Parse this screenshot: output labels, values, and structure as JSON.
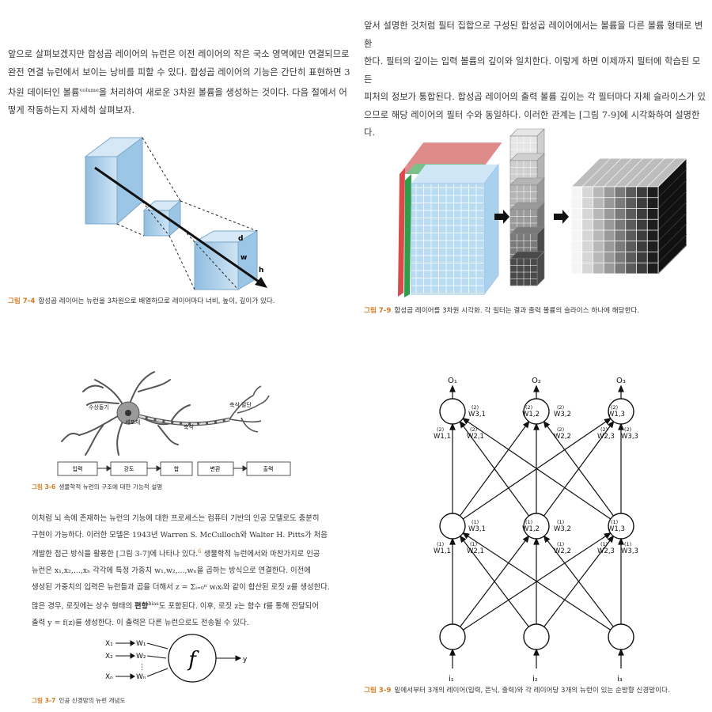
{
  "q1": {
    "paragraph": [
      "앞으로 살펴보겠지만 합성곱 레이어의 뉴런은 이전 레이어의 작은 국소 영역에만 연결되므로",
      "완전 연결 뉴런에서 보이는 낭비를 피할 수 있다. 합성곱 레이어의 기능은 간단히 표현하면 3",
      "차원 데이터인 볼륨",
      "volume",
      "을 처리하여 새로운 3차원 볼륨을 생성하는 것이다. 다음 절에서 어",
      "떻게 작동하는지 자세히 살펴보자."
    ],
    "fig_labels": {
      "d": "d",
      "w": "w",
      "h": "h"
    },
    "caption_num": "그림 7-4",
    "caption_text": "합성곱 레이어는 뉴런을 3차원으로 배열하므로 레이어마다 너비, 높이, 깊이가 있다."
  },
  "q2": {
    "paragraph": [
      "앞서 설명한 것처럼 필터 집합으로 구성된 합성곱 레이어에서는 볼륨을 다른 볼륨 형태로 변환",
      "한다. 필터의 깊이는 입력 볼륨의 깊이와 일치한다. 이렇게 하면 이제까지 필터에 학습된 모든",
      "피처의 정보가 통합된다. 합성곱 레이어의 출력 볼륨 깊이는 각 필터마다 자체 슬라이스가 있",
      "으므로 해당 레이어의 필터 수와 동일하다. 이러한 관계는 [그림 7-9]에 시각화하여 설명한다."
    ],
    "caption_num": "그림 7-9",
    "caption_text": "합성곱 레이어를 3차원 시각화. 각 필터는 결과 출력 볼륨의 슬라이스 하나에 해당한다."
  },
  "q3": {
    "neuron_labels": {
      "dendrite": "수상돌기",
      "soma": "세포체",
      "axon": "축삭",
      "terminal": "축삭 말단"
    },
    "flow": [
      "입력",
      "강도",
      "합",
      "변환",
      "출력"
    ],
    "caption_num": "그림 3-6",
    "caption_text": "생물학적 뉴런의 구조에 대한 기능적 설명",
    "paragraph": [
      "이처럼 뇌 속에 존재하는 뉴런의 기능에 대한 프로세스는 컴퓨터 기반의 인공 모델로도 충분히",
      "구현이 가능하다. 이러한 모델은 1943년 Warren S. McCulloch와 Walter H. Pitts가 처음",
      "개발한 접근 방식을 활용한 [그림 3-7]에 나타나 있다.",
      "생물학적 뉴런에서와 마찬가지로 인공",
      "뉴런은 x₁,x₂,...,xₙ 각각에 특정 가중치 w₁,w₂,...,wₙ을 곱하는 방식으로 연결한다. 이전에",
      "생성된 가중치의 입력은 뉴런들과 곱을 더해서 z = Σᵢ₌₀ⁿ wᵢxᵢ와 같이 합산된 로짓 z를 생성한다.",
      "많은 경우, 로짓에는 상수 형태의",
      "편향",
      "bias",
      "도 포함된다. 이후, 로짓 z는 함수 f를 통해 전달되어",
      "출력 y = f(z)를 생성한다. 이 출력은 다른 뉴런으로도 전송될 수 있다."
    ],
    "footnote_mark": "6",
    "perceptron": {
      "x": [
        "X₁",
        "X₂",
        "⋮",
        "Xₙ"
      ],
      "w": [
        "W₁",
        "W₂",
        "⋮",
        "Wₙ"
      ],
      "f": "f",
      "y": "y"
    },
    "caption2_num": "그림 3-7",
    "caption2_text": "인공 신경망의 뉴런 개념도"
  },
  "q4": {
    "outputs": [
      "O₁",
      "O₂",
      "O₃"
    ],
    "inputs": [
      "i₁",
      "i₂",
      "i₃"
    ],
    "weights2": [
      "W3,1",
      "W1,2",
      "W3,2",
      "W1,3",
      "W1,1",
      "W2,1",
      "W2,2",
      "W2,3",
      "W3,3"
    ],
    "weights1": [
      "W3,1",
      "W1,2",
      "W3,2",
      "W1,3",
      "W1,1",
      "W2,1",
      "W2,2",
      "W2,3",
      "W3,3"
    ],
    "layer_mark2": "(2)",
    "layer_mark1": "(1)",
    "caption_num": "그림 3-9",
    "caption_text": "밑에서부터 3개의 레이어(입력, 은닉, 출력)와 각 레이어당 3개의 뉴런이 있는 순방향 신경망이다."
  }
}
